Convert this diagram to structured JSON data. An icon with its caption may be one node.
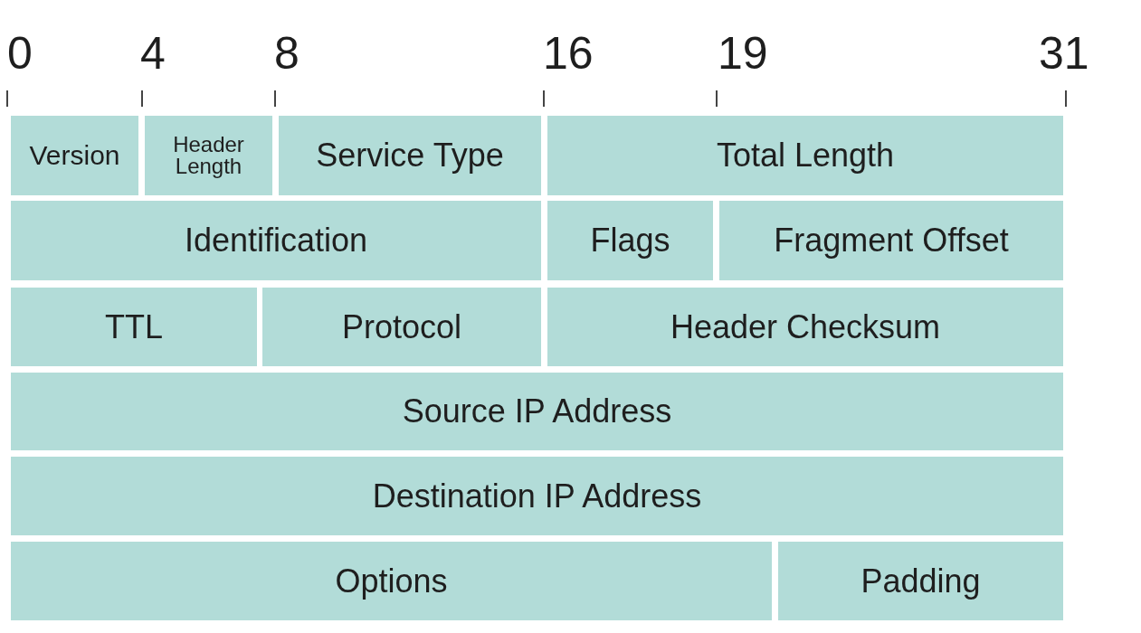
{
  "diagram": {
    "nodes": [
      {
        "text": [
          "Version"
        ]
      },
      {
        "text": [
          "Header Length"
        ]
      },
      {
        "text": [
          "Service Type"
        ]
      },
      {
        "text": [
          "Total Length"
        ]
      },
      {
        "text": [
          "Identification"
        ]
      },
      {
        "text": [
          "Flags"
        ]
      },
      {
        "text": [
          "Fragment Offset"
        ]
      },
      {
        "text": [
          "TTL"
        ]
      },
      {
        "text": [
          "Protocol"
        ]
      },
      {
        "text": [
          "Header Checksum"
        ]
      },
      {
        "text": [
          "Source IP Address"
        ]
      },
      {
        "text": [
          "Destination IP Address"
        ]
      },
      {
        "text": [
          "Options"
        ]
      },
      {
        "text": [
          "Padding"
        ]
      }
    ],
    "edges": [],
    "labels": [
      "0",
      "4",
      "8",
      "16",
      "19",
      "31"
    ]
  }
}
